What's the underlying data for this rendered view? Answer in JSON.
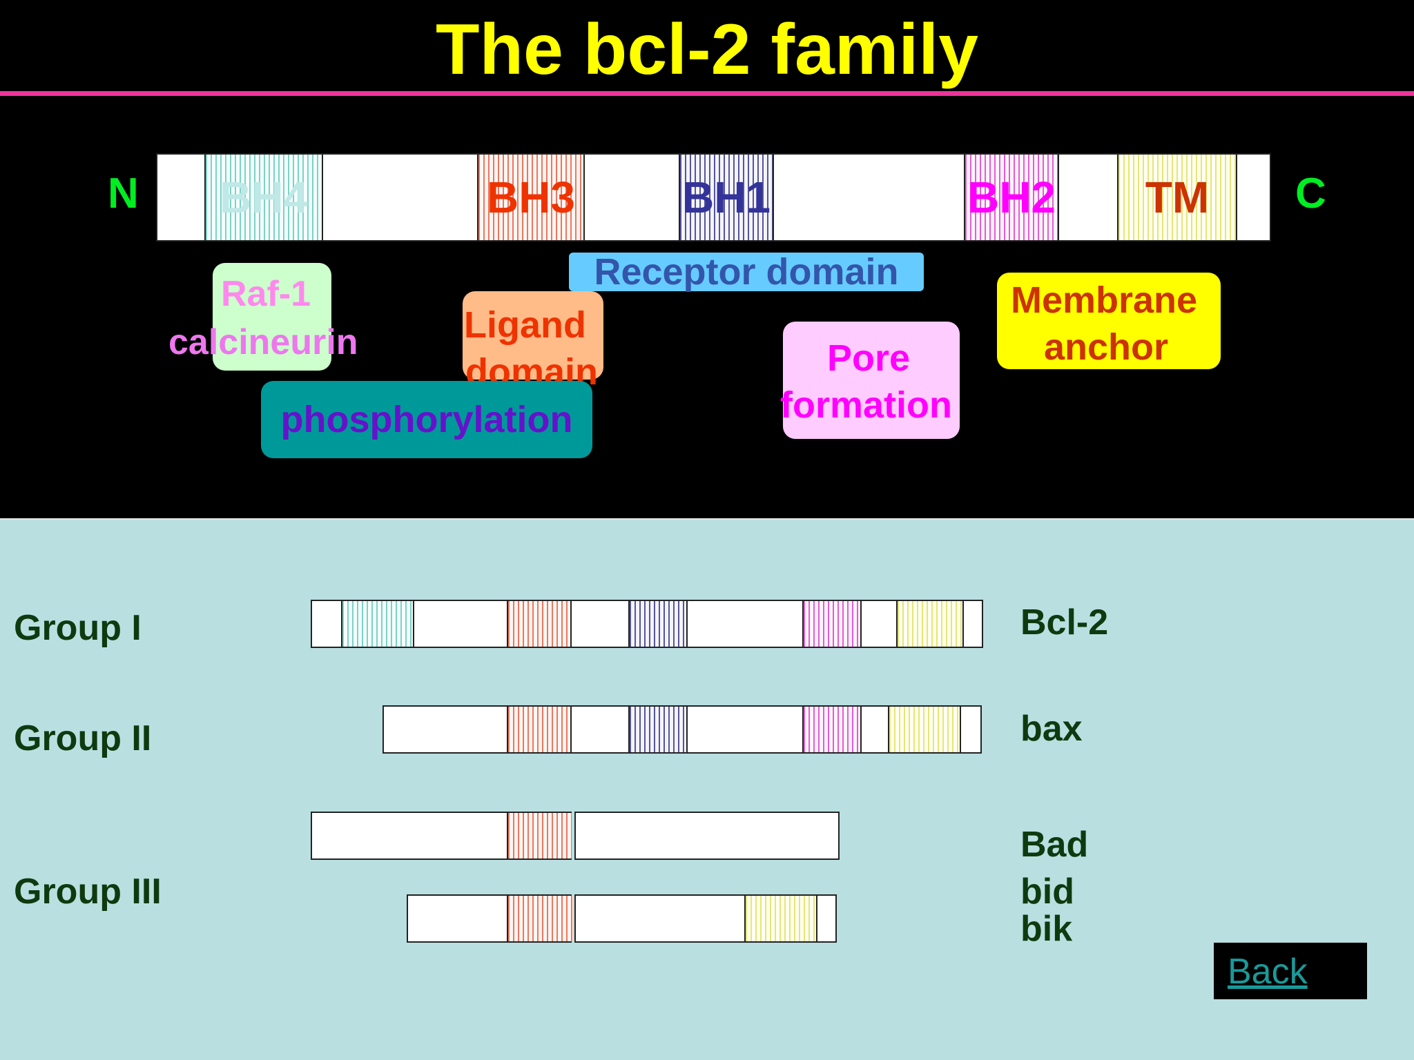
{
  "title": "The bcl-2 family",
  "termini": {
    "n": "N",
    "c": "C"
  },
  "domains": {
    "bh4": "BH4",
    "bh3": "BH3",
    "bh1": "BH1",
    "bh2": "BH2",
    "tm": "TM"
  },
  "annotations": {
    "raf1": "Raf-1",
    "calcineurin": "calcineurin",
    "ligand_line1": "Ligand",
    "ligand_line2": "domain",
    "receptor": "Receptor domain",
    "pore_line1": "Pore",
    "pore_line2": "formation",
    "membrane_line1": "Membrane",
    "membrane_line2": "anchor",
    "phosphorylation": "phosphorylation"
  },
  "groups": {
    "group1": "Group I",
    "group2": "Group II",
    "group3": "Group III"
  },
  "proteins": {
    "bcl2": "Bcl-2",
    "bax": "bax",
    "bad": "Bad",
    "bid": "bid",
    "bik": "bik"
  },
  "back_link": "Back",
  "colors": {
    "title": "#ffff00",
    "title_rule": "#ee3399",
    "termini": "#00ee22",
    "bh4": "#bfe8e6",
    "bh3": "#ee3300",
    "bh1": "#333399",
    "bh2": "#ff00ff",
    "tm": "#cc3300",
    "bottom_bg": "#b9dfe1"
  }
}
